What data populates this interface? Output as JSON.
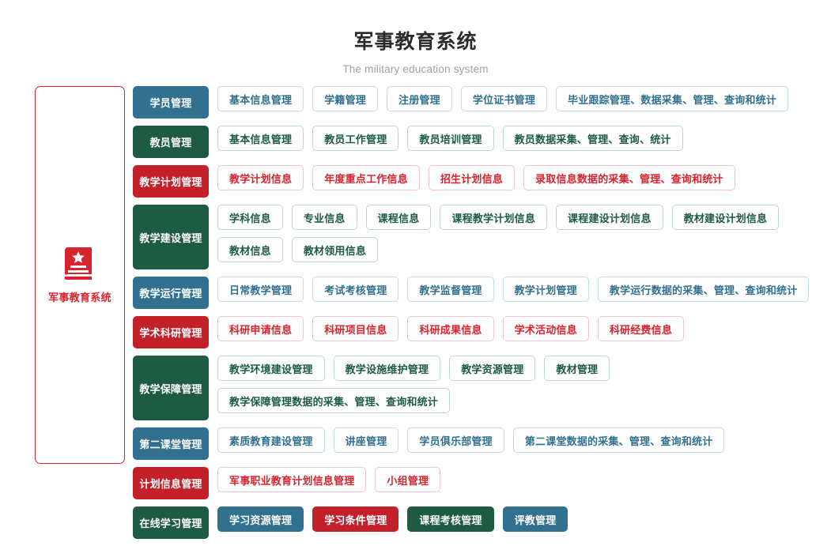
{
  "header": {
    "title": "军事教育系统",
    "subtitle": "The military education system"
  },
  "sidebar": {
    "icon": "book-star-icon",
    "label": "军事教育系统",
    "border_color": "#d9232d"
  },
  "colors": {
    "blue": "#31708f",
    "green": "#1d5b43",
    "red": "#c32029",
    "red_text": "#d9232d",
    "title": "#2b2b2b",
    "subtitle": "#a0a0a0"
  },
  "rows": [
    {
      "head": "学员管理",
      "color": "blue",
      "items": [
        {
          "label": "基本信息管理"
        },
        {
          "label": "学籍管理"
        },
        {
          "label": "注册管理"
        },
        {
          "label": "学位证书管理"
        },
        {
          "label": "毕业跟踪管理、数据采集、管理、查询和统计"
        }
      ]
    },
    {
      "head": "教员管理",
      "color": "green",
      "items": [
        {
          "label": "基本信息管理"
        },
        {
          "label": "教员工作管理"
        },
        {
          "label": "教员培训管理"
        },
        {
          "label": "教员数据采集、管理、查询、统计"
        }
      ]
    },
    {
      "head": "教学计划管理",
      "color": "red",
      "items": [
        {
          "label": "教学计划信息"
        },
        {
          "label": "年度重点工作信息"
        },
        {
          "label": "招生计划信息"
        },
        {
          "label": "录取信息数据的采集、管理、查询和统计"
        }
      ]
    },
    {
      "head": "教学建设管理",
      "color": "green",
      "tall": true,
      "items": [
        {
          "label": "学科信息"
        },
        {
          "label": "专业信息"
        },
        {
          "label": "课程信息"
        },
        {
          "label": "课程教学计划信息"
        },
        {
          "label": "课程建设计划信息"
        },
        {
          "label": "教材建设计划信息"
        },
        {
          "label": "教材信息"
        },
        {
          "label": "教材领用信息"
        }
      ]
    },
    {
      "head": "教学运行管理",
      "color": "blue",
      "items": [
        {
          "label": "日常教学管理"
        },
        {
          "label": "考试考核管理"
        },
        {
          "label": "教学监督管理"
        },
        {
          "label": "教学计划管理"
        },
        {
          "label": "教学运行数据的采集、管理、查询和统计"
        }
      ]
    },
    {
      "head": "学术科研管理",
      "color": "red",
      "items": [
        {
          "label": "科研申请信息"
        },
        {
          "label": "科研项目信息"
        },
        {
          "label": "科研成果信息"
        },
        {
          "label": "学术活动信息"
        },
        {
          "label": "科研经费信息"
        }
      ]
    },
    {
      "head": "教学保障管理",
      "color": "green",
      "items": [
        {
          "label": "教学环境建设管理"
        },
        {
          "label": "教学设施维护管理"
        },
        {
          "label": "教学资源管理"
        },
        {
          "label": "教材管理"
        },
        {
          "label": "教学保障管理数据的采集、管理、查询和统计"
        }
      ]
    },
    {
      "head": "第二课堂管理",
      "color": "blue",
      "items": [
        {
          "label": "素质教育建设管理"
        },
        {
          "label": "讲座管理"
        },
        {
          "label": "学员俱乐部管理"
        },
        {
          "label": "第二课堂数据的采集、管理、查询和统计"
        }
      ]
    },
    {
      "head": "计划信息管理",
      "color": "red",
      "items": [
        {
          "label": "军事职业教育计划信息管理"
        },
        {
          "label": "小组管理"
        }
      ]
    },
    {
      "head": "在线学习管理",
      "color": "green",
      "items": [
        {
          "label": "学习资源管理",
          "solid": "blue"
        },
        {
          "label": "学习条件管理",
          "solid": "red"
        },
        {
          "label": "课程考核管理",
          "solid": "green"
        },
        {
          "label": "评教管理",
          "solid": "blue"
        }
      ]
    }
  ]
}
